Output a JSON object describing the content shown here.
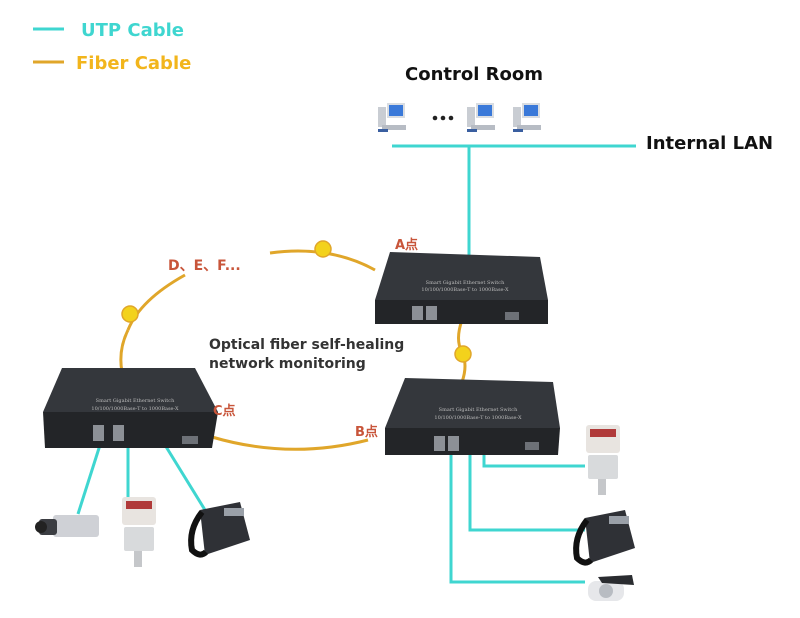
{
  "colors": {
    "utp": "#3fd6d0",
    "fiber": "#e0a62a",
    "connector": "#f3d21c",
    "switch_body": "#2b2d30",
    "switch_top": "#3a3d42",
    "node_label": "#c8553a"
  },
  "legend": [
    {
      "label": "UTP Cable",
      "type": "utp",
      "color": "#3fd6d0"
    },
    {
      "label": "Fiber Cable",
      "type": "fiber",
      "color": "#f2b51c"
    }
  ],
  "control_room": {
    "title": "Control Room",
    "computers": [
      "computer",
      "ellipsis",
      "computer",
      "computer"
    ],
    "ellipsis": "..."
  },
  "internal_lan": {
    "label": "Internal LAN"
  },
  "ring": {
    "description_line1": "Optical fiber self-healing",
    "description_line2": "network monitoring",
    "extra_nodes_label": "D、E、F..."
  },
  "switches": [
    {
      "id": "A",
      "label": "A点",
      "model_line1": "Smart Gigabit Ethernet Switch",
      "model_line2": "10/100/1000Base-T to 1000Base-X"
    },
    {
      "id": "B",
      "label": "B点",
      "model_line1": "Smart Gigabit Ethernet Switch",
      "model_line2": "10/100/1000Base-T to 1000Base-X"
    },
    {
      "id": "C",
      "label": "C点",
      "model_line1": "Smart Gigabit Ethernet Switch",
      "model_line2": "10/100/1000Base-T to 1000Base-X"
    }
  ],
  "devices": {
    "switch_c": [
      "box-camera",
      "access-control-reader",
      "desk-telephone"
    ],
    "switch_b": [
      "access-control-reader",
      "desk-telephone",
      "bullet-camera"
    ]
  }
}
